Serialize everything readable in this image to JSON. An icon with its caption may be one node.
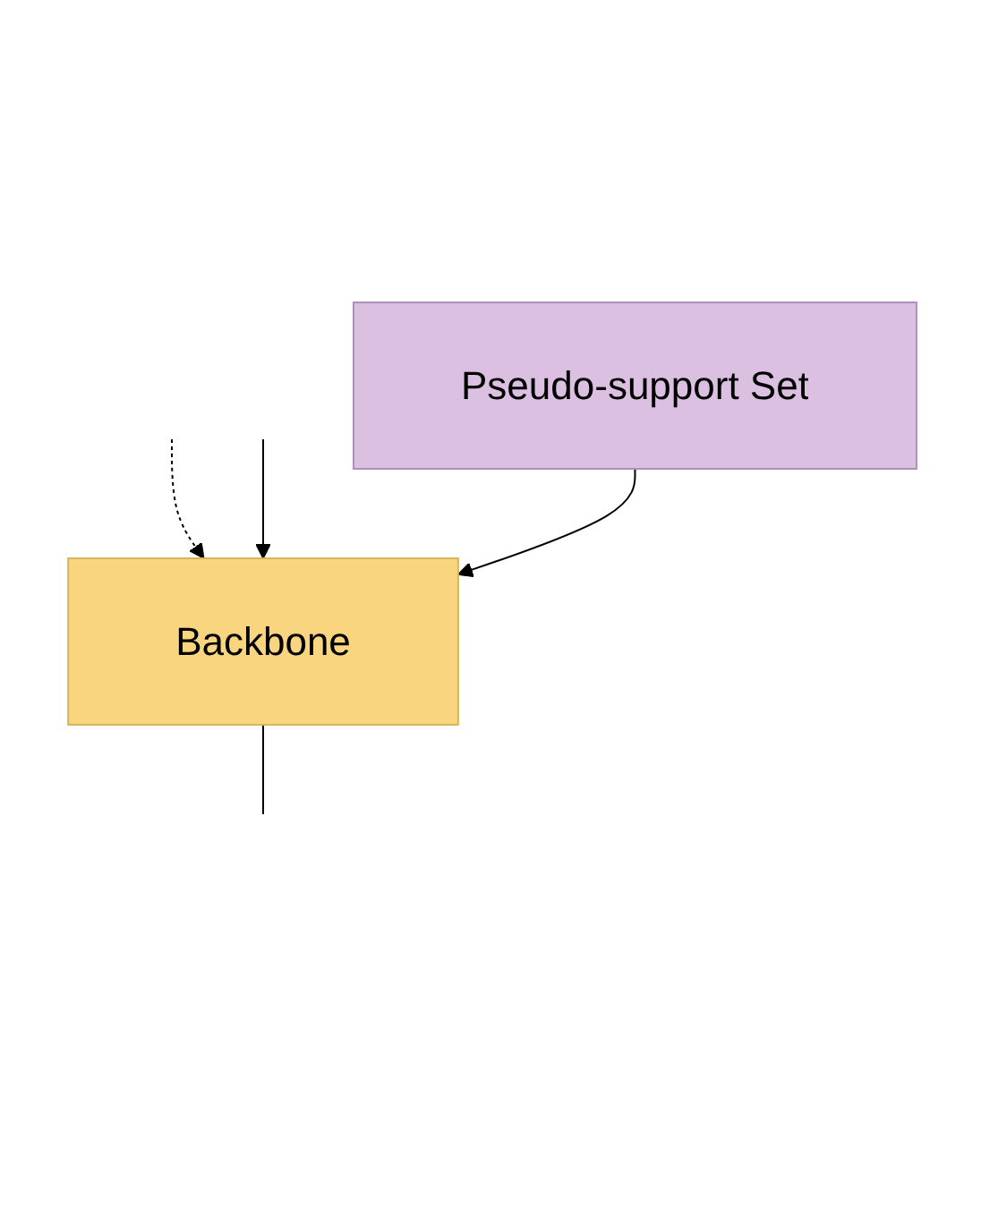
{
  "diagram": {
    "nodes": [
      {
        "text": [
          "Backbone"
        ]
      },
      {
        "text": [
          "Pseudo-support Set"
        ]
      }
    ],
    "edges": [
      {
        "from": null,
        "to": 0,
        "arrow": "to",
        "style": "dashed"
      },
      {
        "from": null,
        "to": 0,
        "arrow": "to"
      },
      {
        "from": 0,
        "to": null,
        "arrow": "none"
      },
      {
        "from": 1,
        "to": 0,
        "arrow": "to"
      }
    ]
  }
}
